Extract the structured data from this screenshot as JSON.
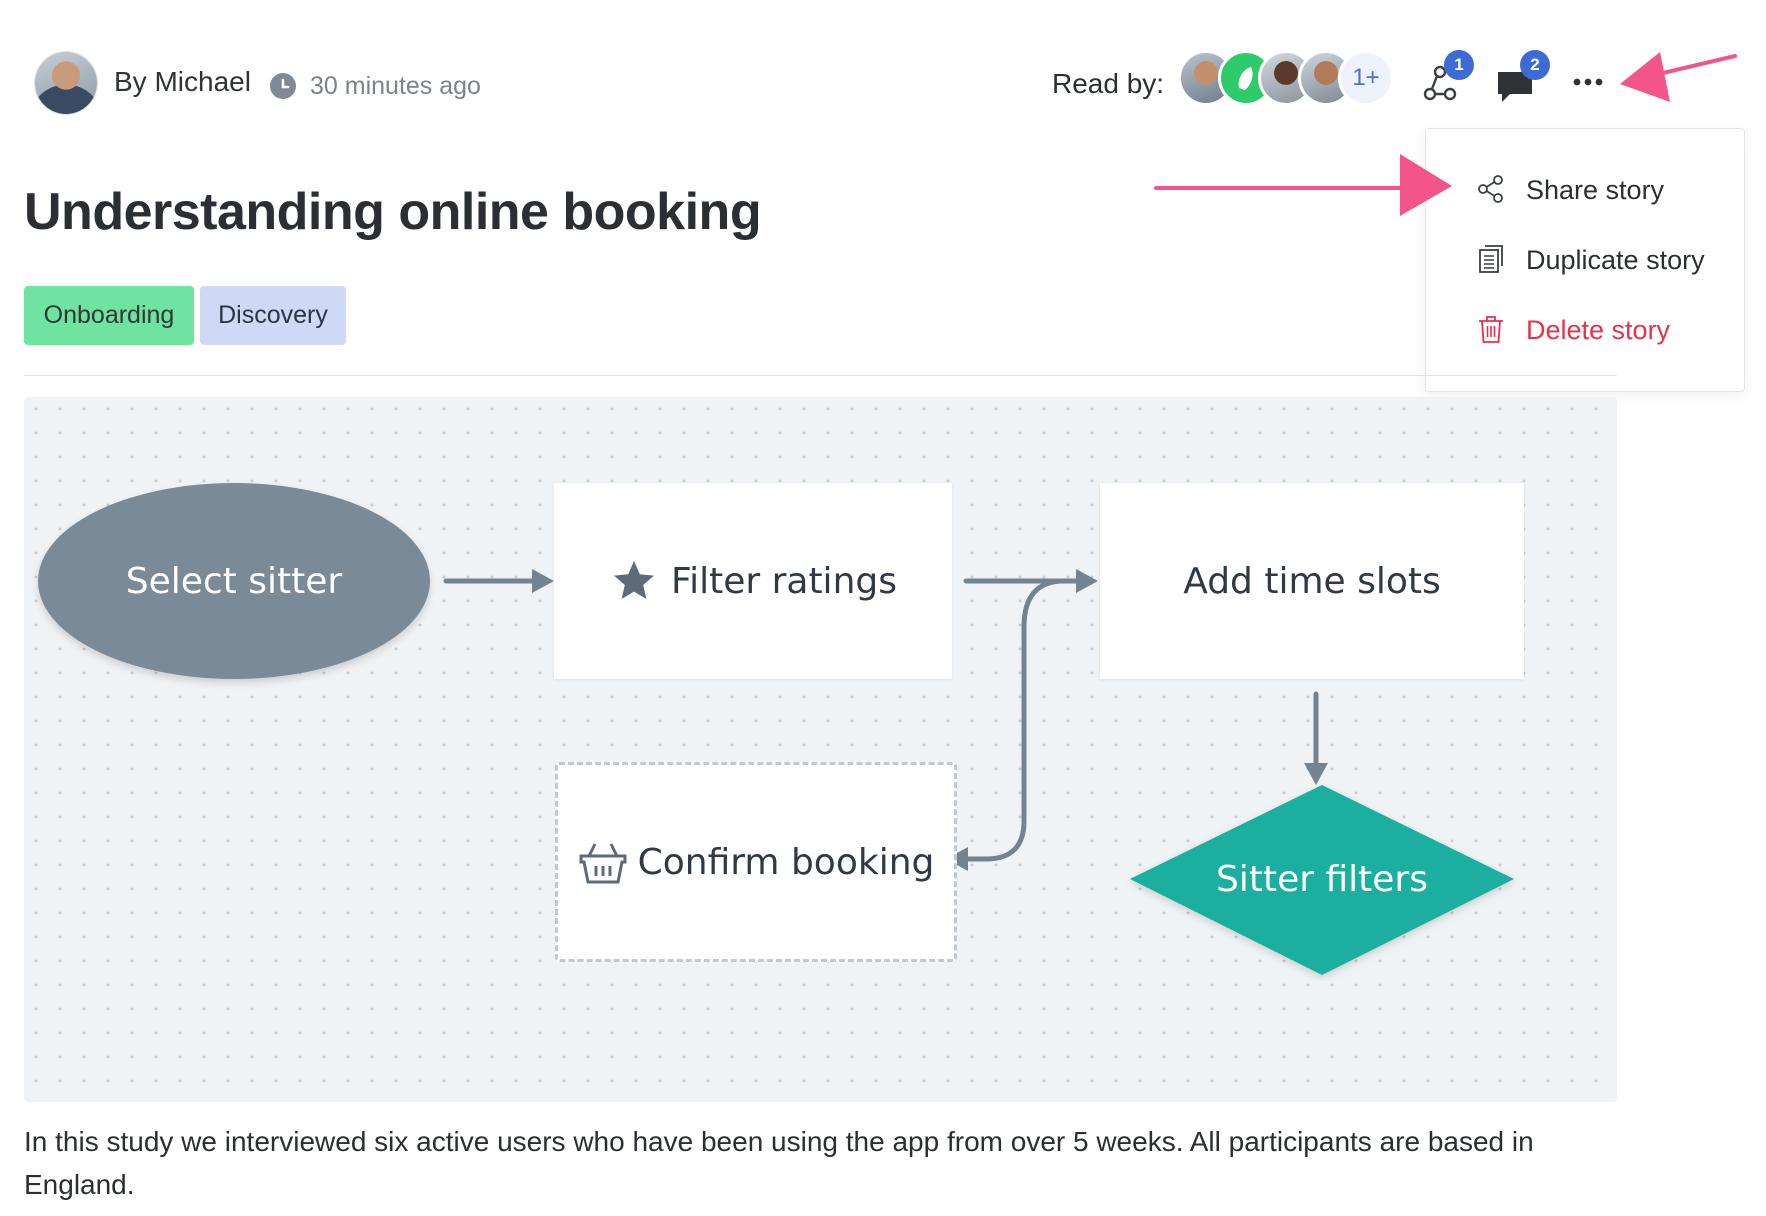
{
  "author": {
    "name": "By Michael",
    "time_ago": "30 minutes ago"
  },
  "read_by": {
    "label": "Read by:",
    "more_count": "1+"
  },
  "toolbar": {
    "connections_count": "1",
    "comments_count": "2"
  },
  "menu": {
    "items": [
      {
        "label": "Share story",
        "icon": "share-icon"
      },
      {
        "label": "Duplicate story",
        "icon": "duplicate-icon"
      },
      {
        "label": "Delete story",
        "icon": "trash-icon",
        "color": "#e8314a"
      }
    ]
  },
  "story": {
    "title": "Understanding online booking",
    "tags": [
      {
        "label": "Onboarding",
        "color": "#6fe3a0"
      },
      {
        "label": "Discovery",
        "color": "#cfd8f4"
      }
    ],
    "body": "In this study we interviewed six active users who have been using the app from over 5 weeks. All participants are based in England."
  },
  "diagram": {
    "nodes": [
      {
        "id": "select-sitter",
        "label": "Select sitter",
        "shape": "ellipse"
      },
      {
        "id": "filter-ratings",
        "label": "Filter ratings",
        "shape": "box",
        "icon": "star-icon"
      },
      {
        "id": "add-time-slots",
        "label": "Add time slots",
        "shape": "box"
      },
      {
        "id": "confirm-booking",
        "label": "Confirm booking",
        "shape": "dashed-box",
        "icon": "basket-icon"
      },
      {
        "id": "sitter-filters",
        "label": "Sitter filters",
        "shape": "diamond"
      }
    ]
  },
  "colors": {
    "accent": "#3d6bd6",
    "annotation_arrow": "#f3558a",
    "diamond": "#1aaf9e",
    "ellipse": "#7b8a97",
    "danger": "#e8314a"
  }
}
